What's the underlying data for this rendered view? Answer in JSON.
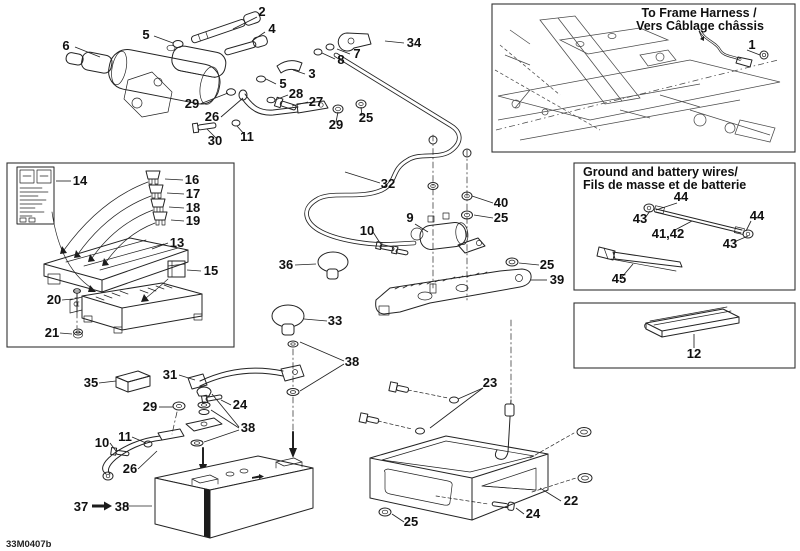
{
  "diagram": {
    "part_code": "33M0407b",
    "frame_box": {
      "title_line1": "To Frame Harness /",
      "title_line2": "Vers Câblage châssis"
    },
    "wires_box": {
      "title_line1": "Ground and battery wires/",
      "title_line2": "Fils de masse et de batterie"
    }
  },
  "callouts": {
    "n1": "1",
    "n2": "2",
    "n3": "3",
    "n4": "4",
    "n5": "5",
    "n6": "6",
    "n7": "7",
    "n8": "8",
    "n9": "9",
    "n10": "10",
    "n11": "11",
    "n12": "12",
    "n13": "13",
    "n14": "14",
    "n15": "15",
    "n16": "16",
    "n17": "17",
    "n18": "18",
    "n19": "19",
    "n20": "20",
    "n21": "21",
    "n22": "22",
    "n23": "23",
    "n24": "24",
    "n25": "25",
    "n26": "26",
    "n27": "27",
    "n28": "28",
    "n29": "29",
    "n30": "30",
    "n31": "31",
    "n32": "32",
    "n33": "33",
    "n34": "34",
    "n35": "35",
    "n36": "36",
    "n37": "37",
    "n38": "38",
    "n39": "39",
    "n40": "40",
    "n41_42": "41,42",
    "n43": "43",
    "n44": "44",
    "n45": "45"
  }
}
